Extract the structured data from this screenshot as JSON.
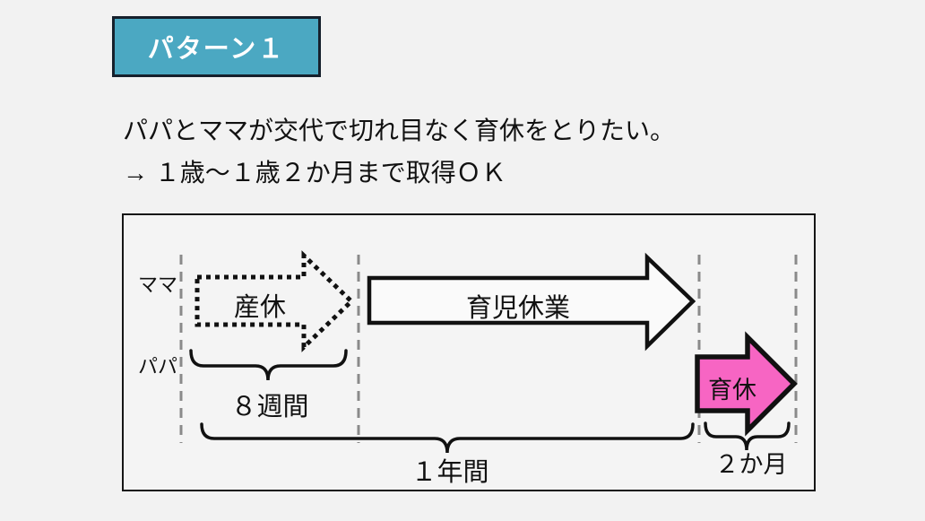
{
  "badge": {
    "label": "パターン１",
    "bg_color": "#4BA8C2",
    "border_color": "#16202c",
    "text_color": "#ffffff"
  },
  "intro": {
    "line1": "パパとママが交代で切れ目なく育休をとりたい。",
    "line2": "→ １歳〜１歳２か月まで取得ＯＫ"
  },
  "diagram": {
    "rows": [
      {
        "label": "ママ"
      },
      {
        "label": "パパ"
      }
    ],
    "arrows": [
      {
        "label": "産休",
        "row": "ママ",
        "style": "dotted-outline",
        "fill": "none",
        "outline": "#111111"
      },
      {
        "label": "育児休業",
        "row": "ママ",
        "style": "solid-outline",
        "fill": "#fafafa",
        "outline": "#111111"
      },
      {
        "label": "育休",
        "row": "パパ",
        "style": "solid-outline",
        "fill": "#F765C3",
        "outline": "#111111"
      }
    ],
    "brackets": [
      {
        "label": "８週間"
      },
      {
        "label": "１年間"
      },
      {
        "label": "２か月"
      }
    ],
    "gridline_color": "#8a8a8a",
    "gridline_count": 4
  }
}
